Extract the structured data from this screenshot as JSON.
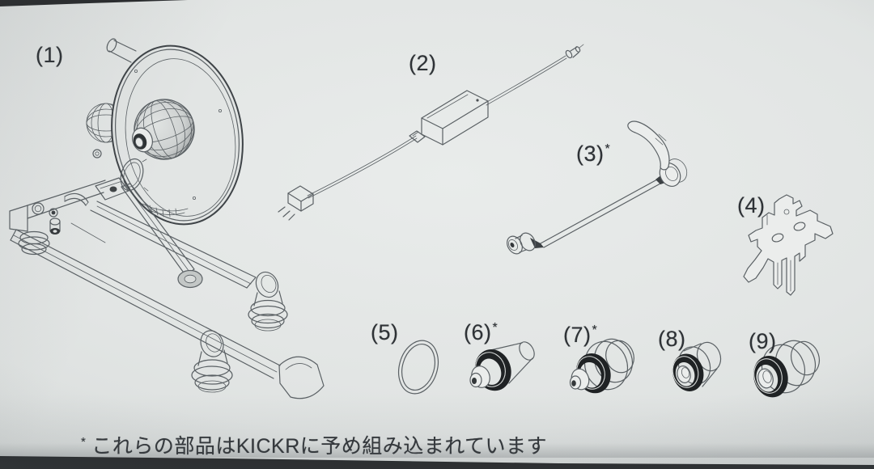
{
  "colors": {
    "background": "#e2e5e4",
    "line": "#5a6064",
    "dark_line": "#3f4448",
    "ring_dark": "#1f2224",
    "text": "#2e3236",
    "edge_shadow": "#181a1c"
  },
  "parts": [
    {
      "label": "(1)",
      "asterisk": ""
    },
    {
      "label": "(2)",
      "asterisk": ""
    },
    {
      "label": "(3)",
      "asterisk": "*"
    },
    {
      "label": "(4)",
      "asterisk": ""
    },
    {
      "label": "(5)",
      "asterisk": ""
    },
    {
      "label": "(6)",
      "asterisk": "*"
    },
    {
      "label": "(7)",
      "asterisk": "*"
    },
    {
      "label": "(8)",
      "asterisk": ""
    },
    {
      "label": "(9)",
      "asterisk": ""
    }
  ],
  "footnote": {
    "marker": "*",
    "text": "これらの部品はKICKRに予め組み込まれています"
  }
}
